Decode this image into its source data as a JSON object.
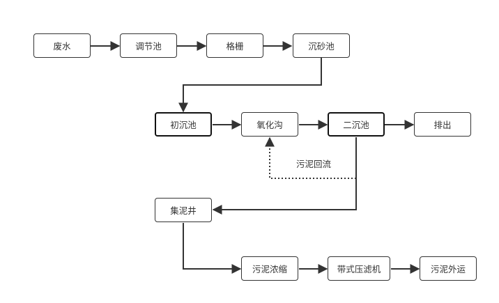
{
  "diagram": {
    "title": "",
    "nodes": [
      {
        "id": "feishui",
        "label": "废水"
      },
      {
        "id": "tiaojiechi",
        "label": "调节池"
      },
      {
        "id": "gezha",
        "label": "格栅"
      },
      {
        "id": "chenshachi",
        "label": "沉砂池"
      },
      {
        "id": "chuchenchi",
        "label": "初沉池"
      },
      {
        "id": "yanghuagou",
        "label": "氧化沟"
      },
      {
        "id": "erchenchi",
        "label": "二沉池"
      },
      {
        "id": "paichu",
        "label": "排出"
      },
      {
        "id": "jinijing",
        "label": "集泥井"
      },
      {
        "id": "wuninongsuo",
        "label": "污泥浓缩"
      },
      {
        "id": "daishiyalvji",
        "label": "带式压滤机"
      },
      {
        "id": "wuniwaiyun",
        "label": "污泥外运"
      }
    ],
    "edges": [
      {
        "from": "feishui",
        "to": "tiaojiechi",
        "style": "solid"
      },
      {
        "from": "tiaojiechi",
        "to": "gezha",
        "style": "solid"
      },
      {
        "from": "gezha",
        "to": "chenshachi",
        "style": "solid"
      },
      {
        "from": "chenshachi",
        "to": "chuchenchi",
        "style": "solid"
      },
      {
        "from": "chuchenchi",
        "to": "yanghuagou",
        "style": "solid"
      },
      {
        "from": "yanghuagou",
        "to": "erchenchi",
        "style": "solid"
      },
      {
        "from": "erchenchi",
        "to": "paichu",
        "style": "solid"
      },
      {
        "from": "erchenchi",
        "to": "yanghuagou",
        "style": "dotted",
        "label": "污泥回流"
      },
      {
        "from": "erchenchi",
        "to": "jinijing",
        "style": "solid"
      },
      {
        "from": "jinijing",
        "to": "wuninongsuo",
        "style": "solid"
      },
      {
        "from": "wuninongsuo",
        "to": "daishiyalvji",
        "style": "solid"
      },
      {
        "from": "daishiyalvji",
        "to": "wuniwaiyun",
        "style": "solid"
      }
    ],
    "edge_labels": {
      "sludge_return": "污泥回流"
    }
  }
}
